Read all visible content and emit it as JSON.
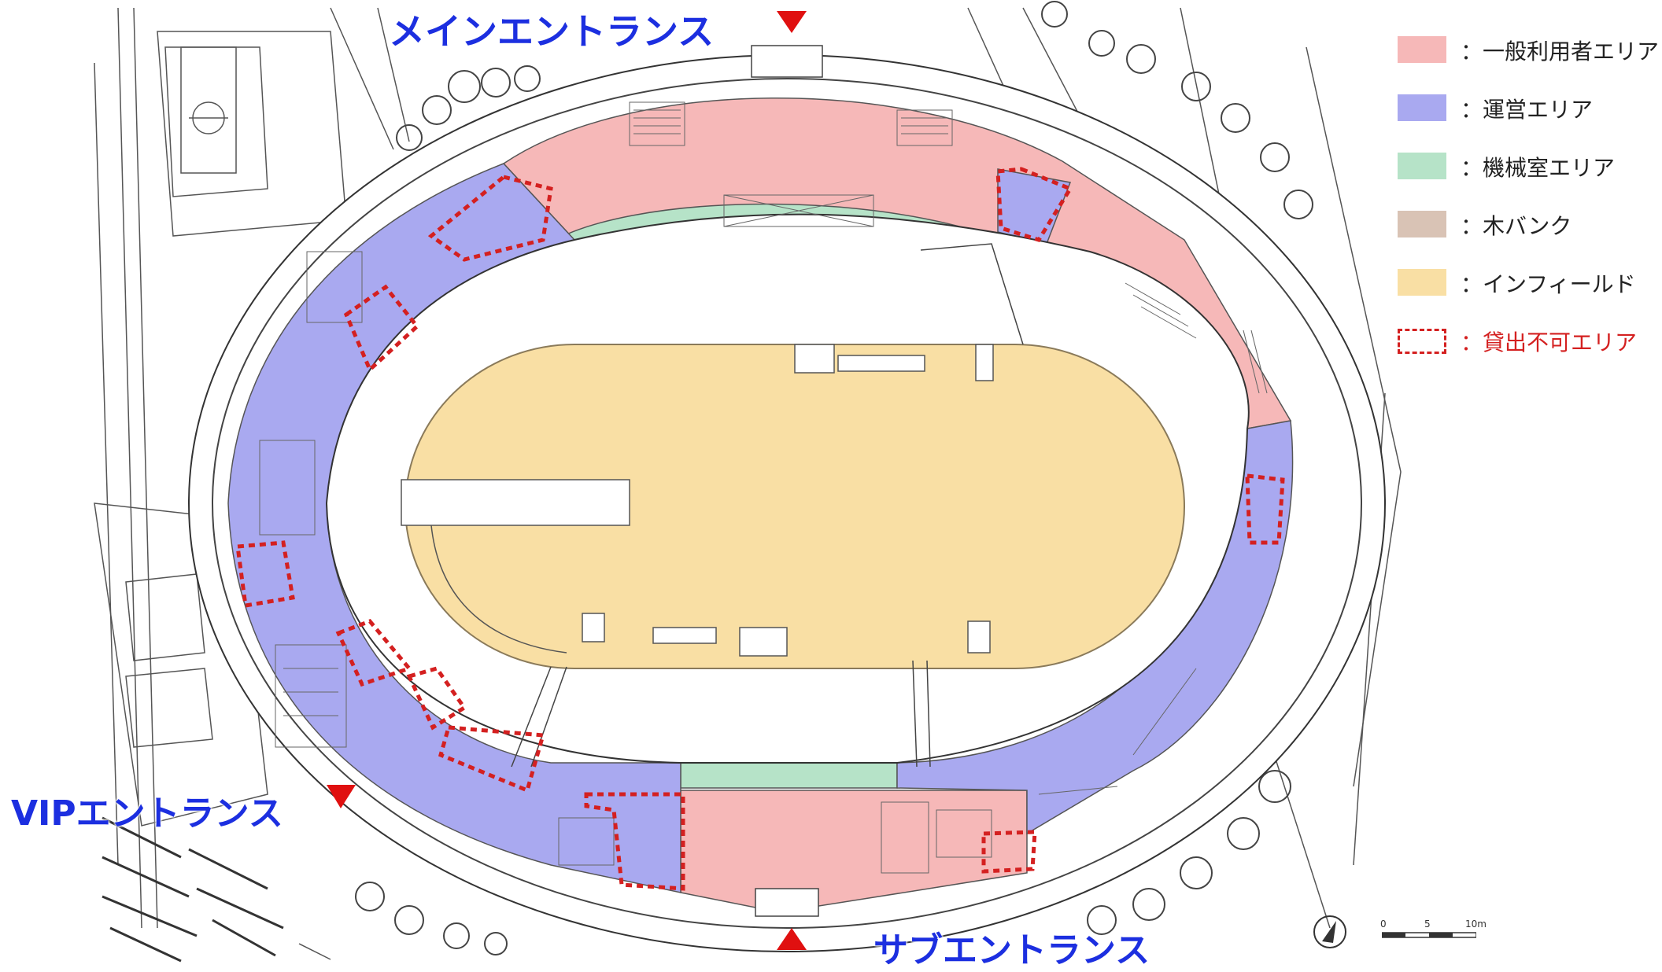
{
  "entrances": {
    "main": "メインエントランス",
    "vip": "VIPエントランス",
    "sub": "サブエントランス"
  },
  "legend": [
    {
      "label": "：一般利用者エリア",
      "color": "#f6b8b8"
    },
    {
      "label": "：運営エリア",
      "color": "#a9a9f0"
    },
    {
      "label": "：機械室エリア",
      "color": "#b6e3c8"
    },
    {
      "label": "：木バンク",
      "color": "#d9c3b5"
    },
    {
      "label": "：インフィールド",
      "color": "#f9dfa4"
    },
    {
      "label": "：貸出不可エリア",
      "color": "#d42020",
      "dashed": true
    }
  ],
  "scale": {
    "ticks": [
      "0",
      "5",
      "10m"
    ]
  },
  "colors": {
    "public": "#f6b8b8",
    "operations": "#a9a9f0",
    "machine": "#b6e3c8",
    "wood_bank": "#d9c3b5",
    "infield": "#f9dfa4",
    "no_rental": "#d42020",
    "entrance_marker": "#e01010",
    "label": "#1c2fe0"
  },
  "icons": {
    "north": "north-arrow-icon",
    "entrance": "triangle-marker-icon"
  }
}
